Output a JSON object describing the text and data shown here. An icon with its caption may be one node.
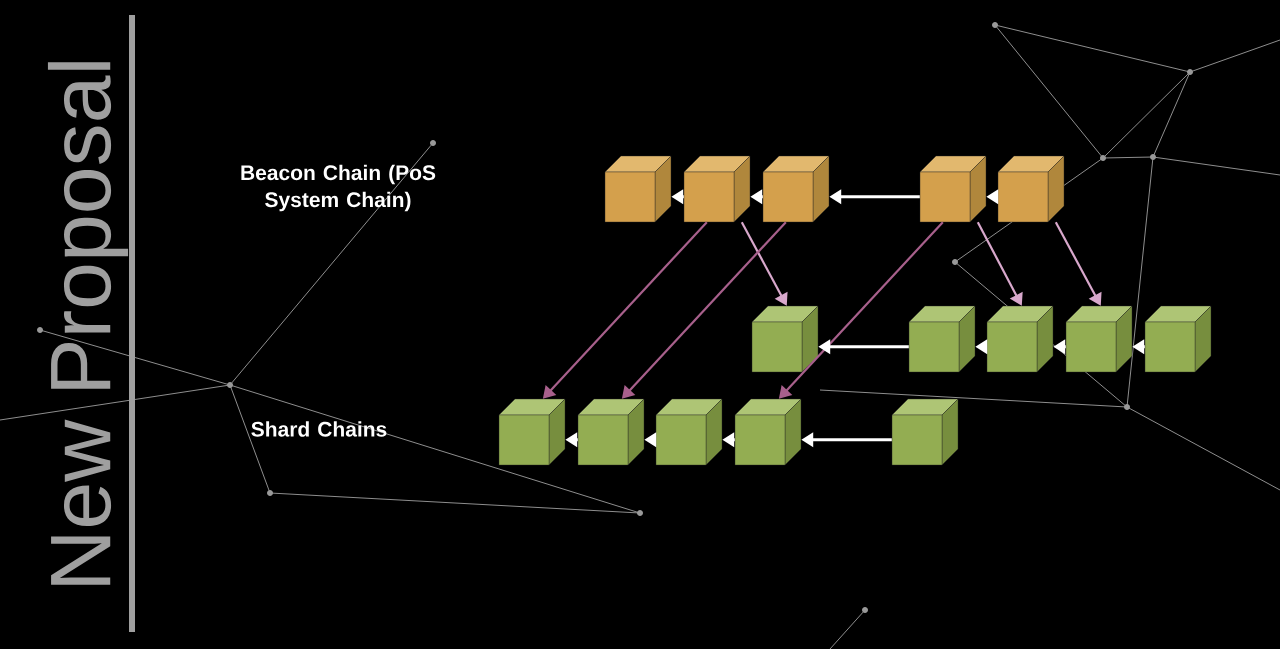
{
  "diagram": {
    "title": "New Proposal",
    "nodes": [
      {
        "text": [],
        "shape": "cube"
      },
      {
        "text": [],
        "shape": "cube"
      },
      {
        "text": [],
        "shape": "cube"
      },
      {
        "text": [],
        "shape": "cube"
      },
      {
        "text": [],
        "shape": "cube"
      },
      {
        "text": [],
        "shape": "cube"
      },
      {
        "text": [],
        "shape": "cube"
      },
      {
        "text": [],
        "shape": "cube"
      },
      {
        "text": [],
        "shape": "cube"
      },
      {
        "text": [],
        "shape": "cube"
      },
      {
        "text": [],
        "shape": "cube"
      },
      {
        "text": [],
        "shape": "cube"
      },
      {
        "text": [],
        "shape": "cube"
      },
      {
        "text": [],
        "shape": "cube"
      },
      {
        "text": [],
        "shape": "cube"
      }
    ],
    "edges": [
      {
        "from": 1,
        "to": 0,
        "arrow": "to"
      },
      {
        "from": 2,
        "to": 1,
        "arrow": "to"
      },
      {
        "from": 3,
        "to": 2,
        "arrow": "to"
      },
      {
        "from": 4,
        "to": 3,
        "arrow": "to"
      },
      {
        "from": 1,
        "to": 5,
        "arrow": "to",
        "color": "#d8a8cc"
      },
      {
        "from": 3,
        "to": 7,
        "arrow": "to",
        "color": "#d8a8cc"
      },
      {
        "from": 4,
        "to": 8,
        "arrow": "to",
        "color": "#d8a8cc"
      },
      {
        "from": 1,
        "to": 10,
        "arrow": "to",
        "color": "#a8608c"
      },
      {
        "from": 2,
        "to": 11,
        "arrow": "to",
        "color": "#a8608c"
      },
      {
        "from": 3,
        "to": 13,
        "arrow": "to",
        "color": "#a8608c"
      },
      {
        "from": 6,
        "to": 5,
        "arrow": "to"
      },
      {
        "from": 7,
        "to": 6,
        "arrow": "to"
      },
      {
        "from": 8,
        "to": 7,
        "arrow": "to"
      },
      {
        "from": 9,
        "to": 8,
        "arrow": "to"
      },
      {
        "from": 11,
        "to": 10,
        "arrow": "to"
      },
      {
        "from": 12,
        "to": 11,
        "arrow": "to"
      },
      {
        "from": 13,
        "to": 12,
        "arrow": "to"
      },
      {
        "from": 14,
        "to": 13,
        "arrow": "to"
      }
    ],
    "labels": [
      "Beacon Chain (PoS System Chain)",
      "Shard Chains"
    ]
  }
}
